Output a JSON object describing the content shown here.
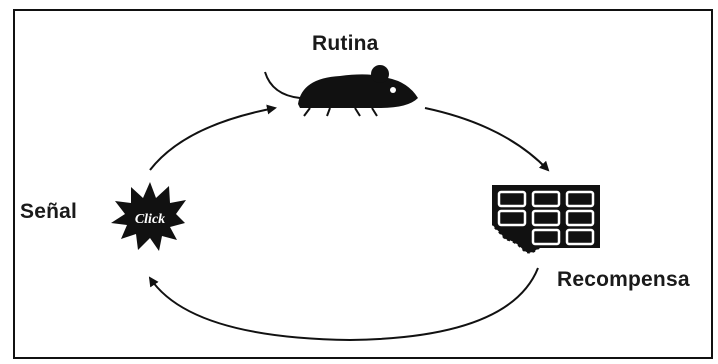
{
  "diagram": {
    "labels": {
      "routine": "Rutina",
      "cue": "Señal",
      "reward": "Recompensa",
      "click": "Click"
    },
    "icons": {
      "routine": "mouse-icon",
      "cue": "click-burst-icon",
      "reward": "chocolate-bar-icon"
    },
    "colors": {
      "ink": "#111111",
      "background": "#ffffff"
    }
  }
}
